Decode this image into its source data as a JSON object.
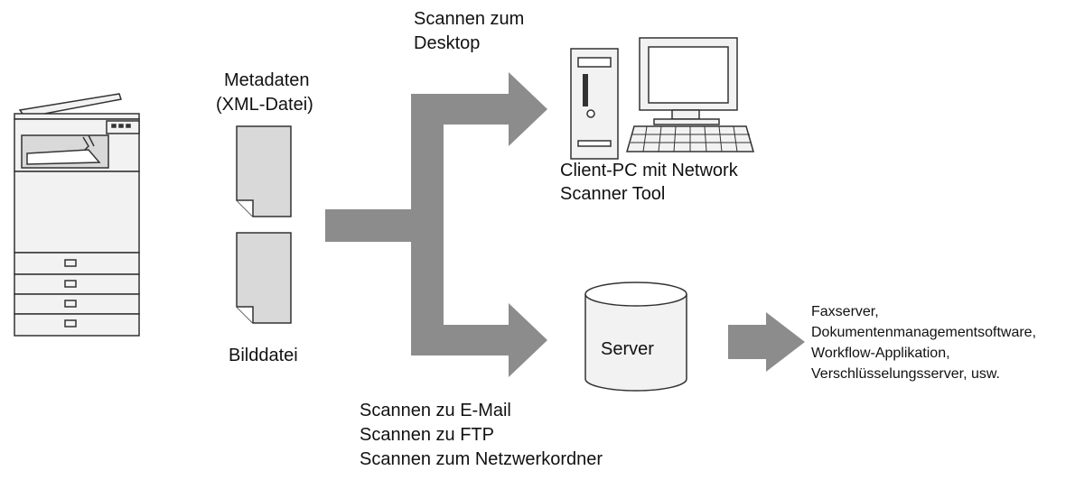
{
  "labels": {
    "metadata_line1": "Metadaten",
    "metadata_line2": "(XML-Datei)",
    "image_file": "Bilddatei",
    "scan_desktop_line1": "Scannen zum",
    "scan_desktop_line2": "Desktop",
    "client_line1": "Client-PC mit Network",
    "client_line2": "Scanner Tool",
    "server": "Server",
    "scan_email": "Scannen zu E-Mail",
    "scan_ftp": "Scannen zu FTP",
    "scan_network_folder": "Scannen zum Netzwerkordner",
    "apps_line1": "Faxserver,",
    "apps_line2": "Dokumentenmanagementsoftware,",
    "apps_line3": "Workflow-Applikation,",
    "apps_line4": "Verschlüsselungsserver, usw."
  },
  "icons": {
    "mfp": "printer-icon",
    "metadata_doc": "document-icon",
    "image_doc": "document-icon",
    "client_pc": "computer-icon",
    "server": "database-icon"
  },
  "colors": {
    "arrow": "#8c8c8c",
    "outline": "#333333",
    "doc_fill": "#d9d9d9",
    "device_fill": "#f2f2f2"
  }
}
